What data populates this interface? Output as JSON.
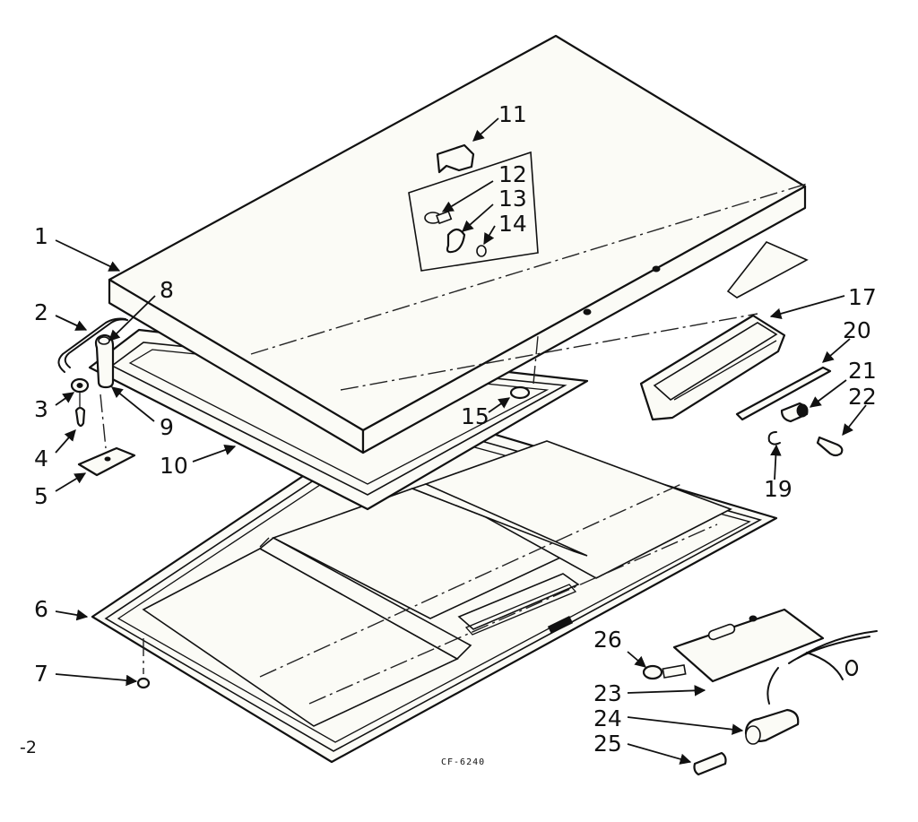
{
  "diagram": {
    "figure_code": "CF-6240",
    "page_marker": "-2",
    "callouts": [
      {
        "id": "1",
        "label": "1"
      },
      {
        "id": "2",
        "label": "2"
      },
      {
        "id": "3",
        "label": "3"
      },
      {
        "id": "4",
        "label": "4"
      },
      {
        "id": "5",
        "label": "5"
      },
      {
        "id": "6",
        "label": "6"
      },
      {
        "id": "7",
        "label": "7"
      },
      {
        "id": "8",
        "label": "8"
      },
      {
        "id": "9",
        "label": "9"
      },
      {
        "id": "10",
        "label": "10"
      },
      {
        "id": "11",
        "label": "11"
      },
      {
        "id": "12",
        "label": "12"
      },
      {
        "id": "13",
        "label": "13"
      },
      {
        "id": "14",
        "label": "14"
      },
      {
        "id": "15",
        "label": "15"
      },
      {
        "id": "17",
        "label": "17"
      },
      {
        "id": "19",
        "label": "19"
      },
      {
        "id": "20",
        "label": "20"
      },
      {
        "id": "21",
        "label": "21"
      },
      {
        "id": "22",
        "label": "22"
      },
      {
        "id": "23",
        "label": "23"
      },
      {
        "id": "24",
        "label": "24"
      },
      {
        "id": "25",
        "label": "25"
      },
      {
        "id": "26",
        "label": "26"
      }
    ]
  }
}
